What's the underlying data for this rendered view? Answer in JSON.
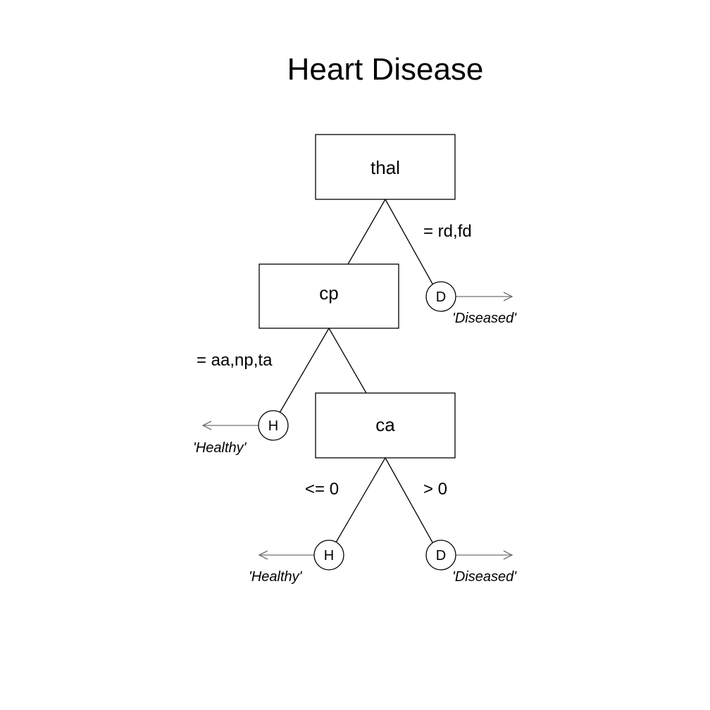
{
  "title": "Heart Disease",
  "nodes": {
    "thal": "thal",
    "cp": "cp",
    "ca": "ca"
  },
  "edges": {
    "thal_right": "= rd,fd",
    "cp_left": "= aa,np,ta",
    "ca_left": "<= 0",
    "ca_right": "> 0"
  },
  "leaves": {
    "thal_right": {
      "letter": "D",
      "label": "'Diseased'"
    },
    "cp_left": {
      "letter": "H",
      "label": "'Healthy'"
    },
    "ca_left": {
      "letter": "H",
      "label": "'Healthy'"
    },
    "ca_right": {
      "letter": "D",
      "label": "'Diseased'"
    }
  }
}
